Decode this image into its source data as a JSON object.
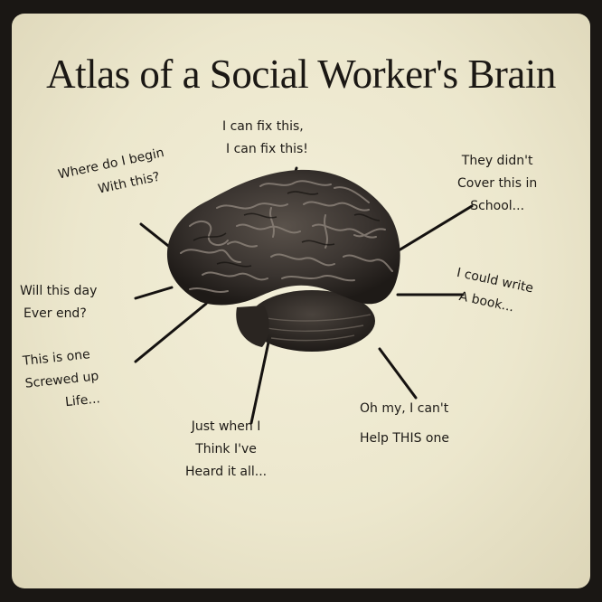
{
  "title": "Atlas of a Social Worker's Brain",
  "labels": [
    {
      "key": "fix",
      "lines": [
        "I can fix this,",
        "I can fix this!"
      ]
    },
    {
      "key": "begin",
      "lines": [
        "Where do I begin",
        "With this?"
      ]
    },
    {
      "key": "school",
      "lines": [
        "They didn't",
        "Cover this in",
        "School..."
      ]
    },
    {
      "key": "day",
      "lines": [
        "Will this day",
        "Ever end?"
      ]
    },
    {
      "key": "book",
      "lines": [
        "I could write",
        "A book..."
      ]
    },
    {
      "key": "screwed",
      "lines": [
        "This is one",
        "Screwed up",
        "Life..."
      ]
    },
    {
      "key": "heard",
      "lines": [
        "Just when I",
        "Think I've",
        "Heard it all..."
      ]
    },
    {
      "key": "help",
      "lines": [
        "Oh my, I can't",
        "Help THIS one"
      ]
    }
  ],
  "colors": {
    "paper": "#efead2",
    "ink": "#1d1a16",
    "brain": "#3a3430"
  }
}
